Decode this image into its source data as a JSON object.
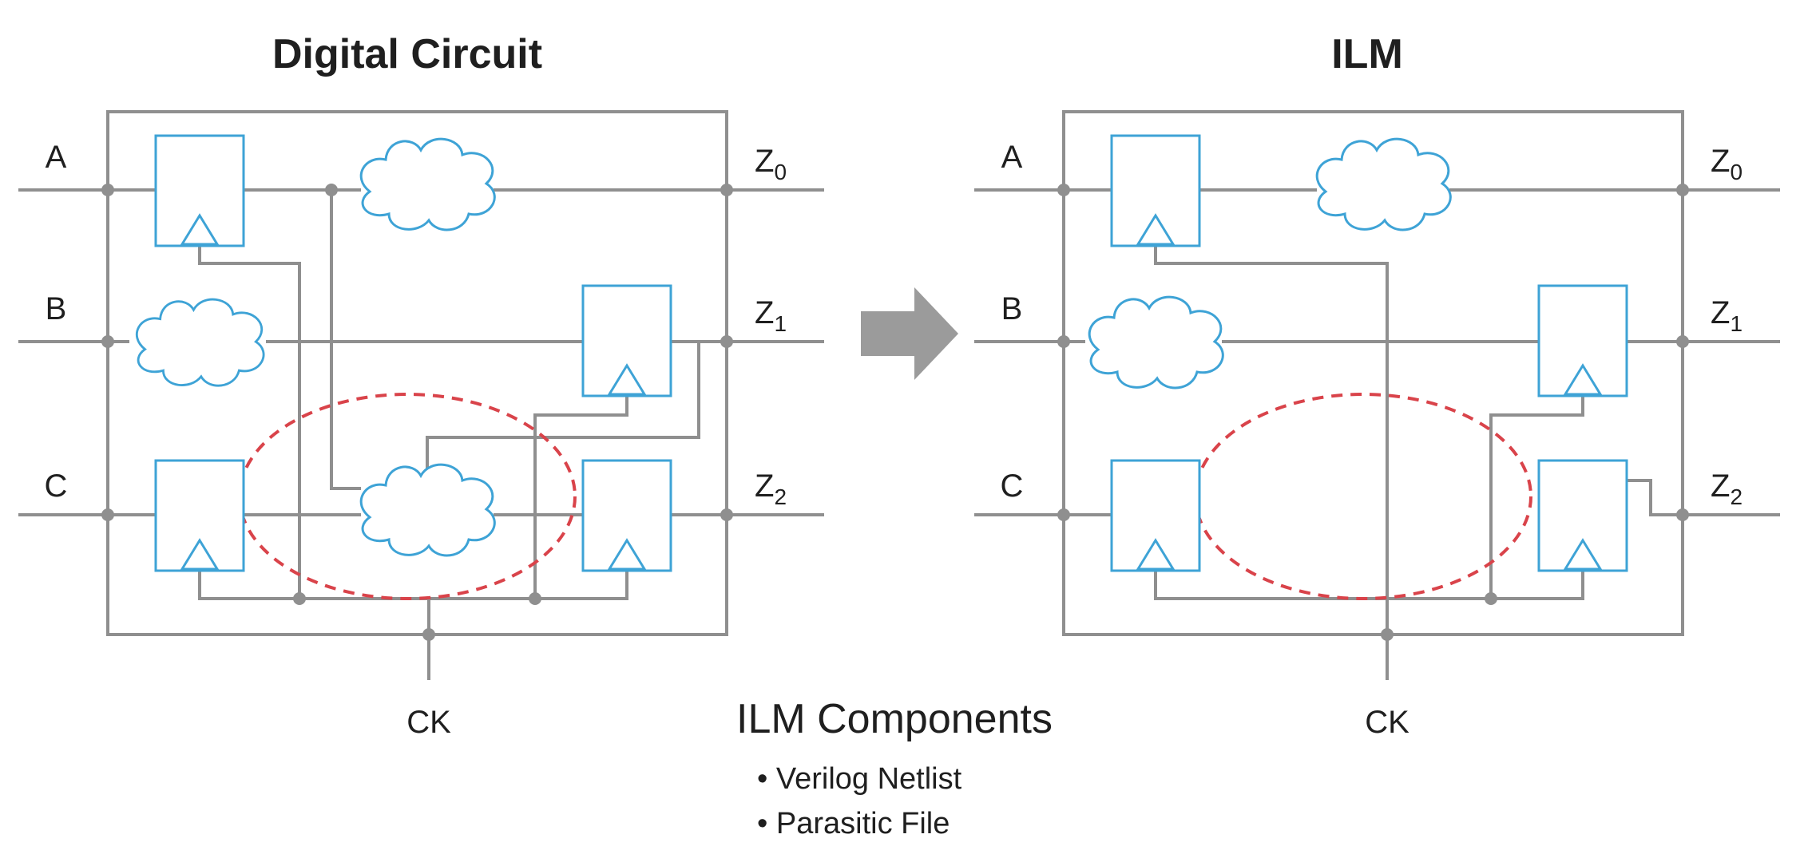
{
  "left_panel": {
    "title": "Digital Circuit",
    "inputs": [
      "A",
      "B",
      "C"
    ],
    "outputs": [
      {
        "base": "Z",
        "sub": "0"
      },
      {
        "base": "Z",
        "sub": "1"
      },
      {
        "base": "Z",
        "sub": "2"
      }
    ],
    "clock": "CK"
  },
  "right_panel": {
    "title": "ILM",
    "inputs": [
      "A",
      "B",
      "C"
    ],
    "outputs": [
      {
        "base": "Z",
        "sub": "0"
      },
      {
        "base": "Z",
        "sub": "1"
      },
      {
        "base": "Z",
        "sub": "2"
      }
    ],
    "clock": "CK"
  },
  "components": {
    "heading": "ILM Components",
    "items": [
      "• Verilog Netlist",
      "• Parasitic File"
    ]
  },
  "colors": {
    "wire": "#8f8f8f",
    "cell_outline": "#3ea3d6",
    "boundary_ellipse": "#d9434a",
    "arrow": "#9b9b9b"
  }
}
